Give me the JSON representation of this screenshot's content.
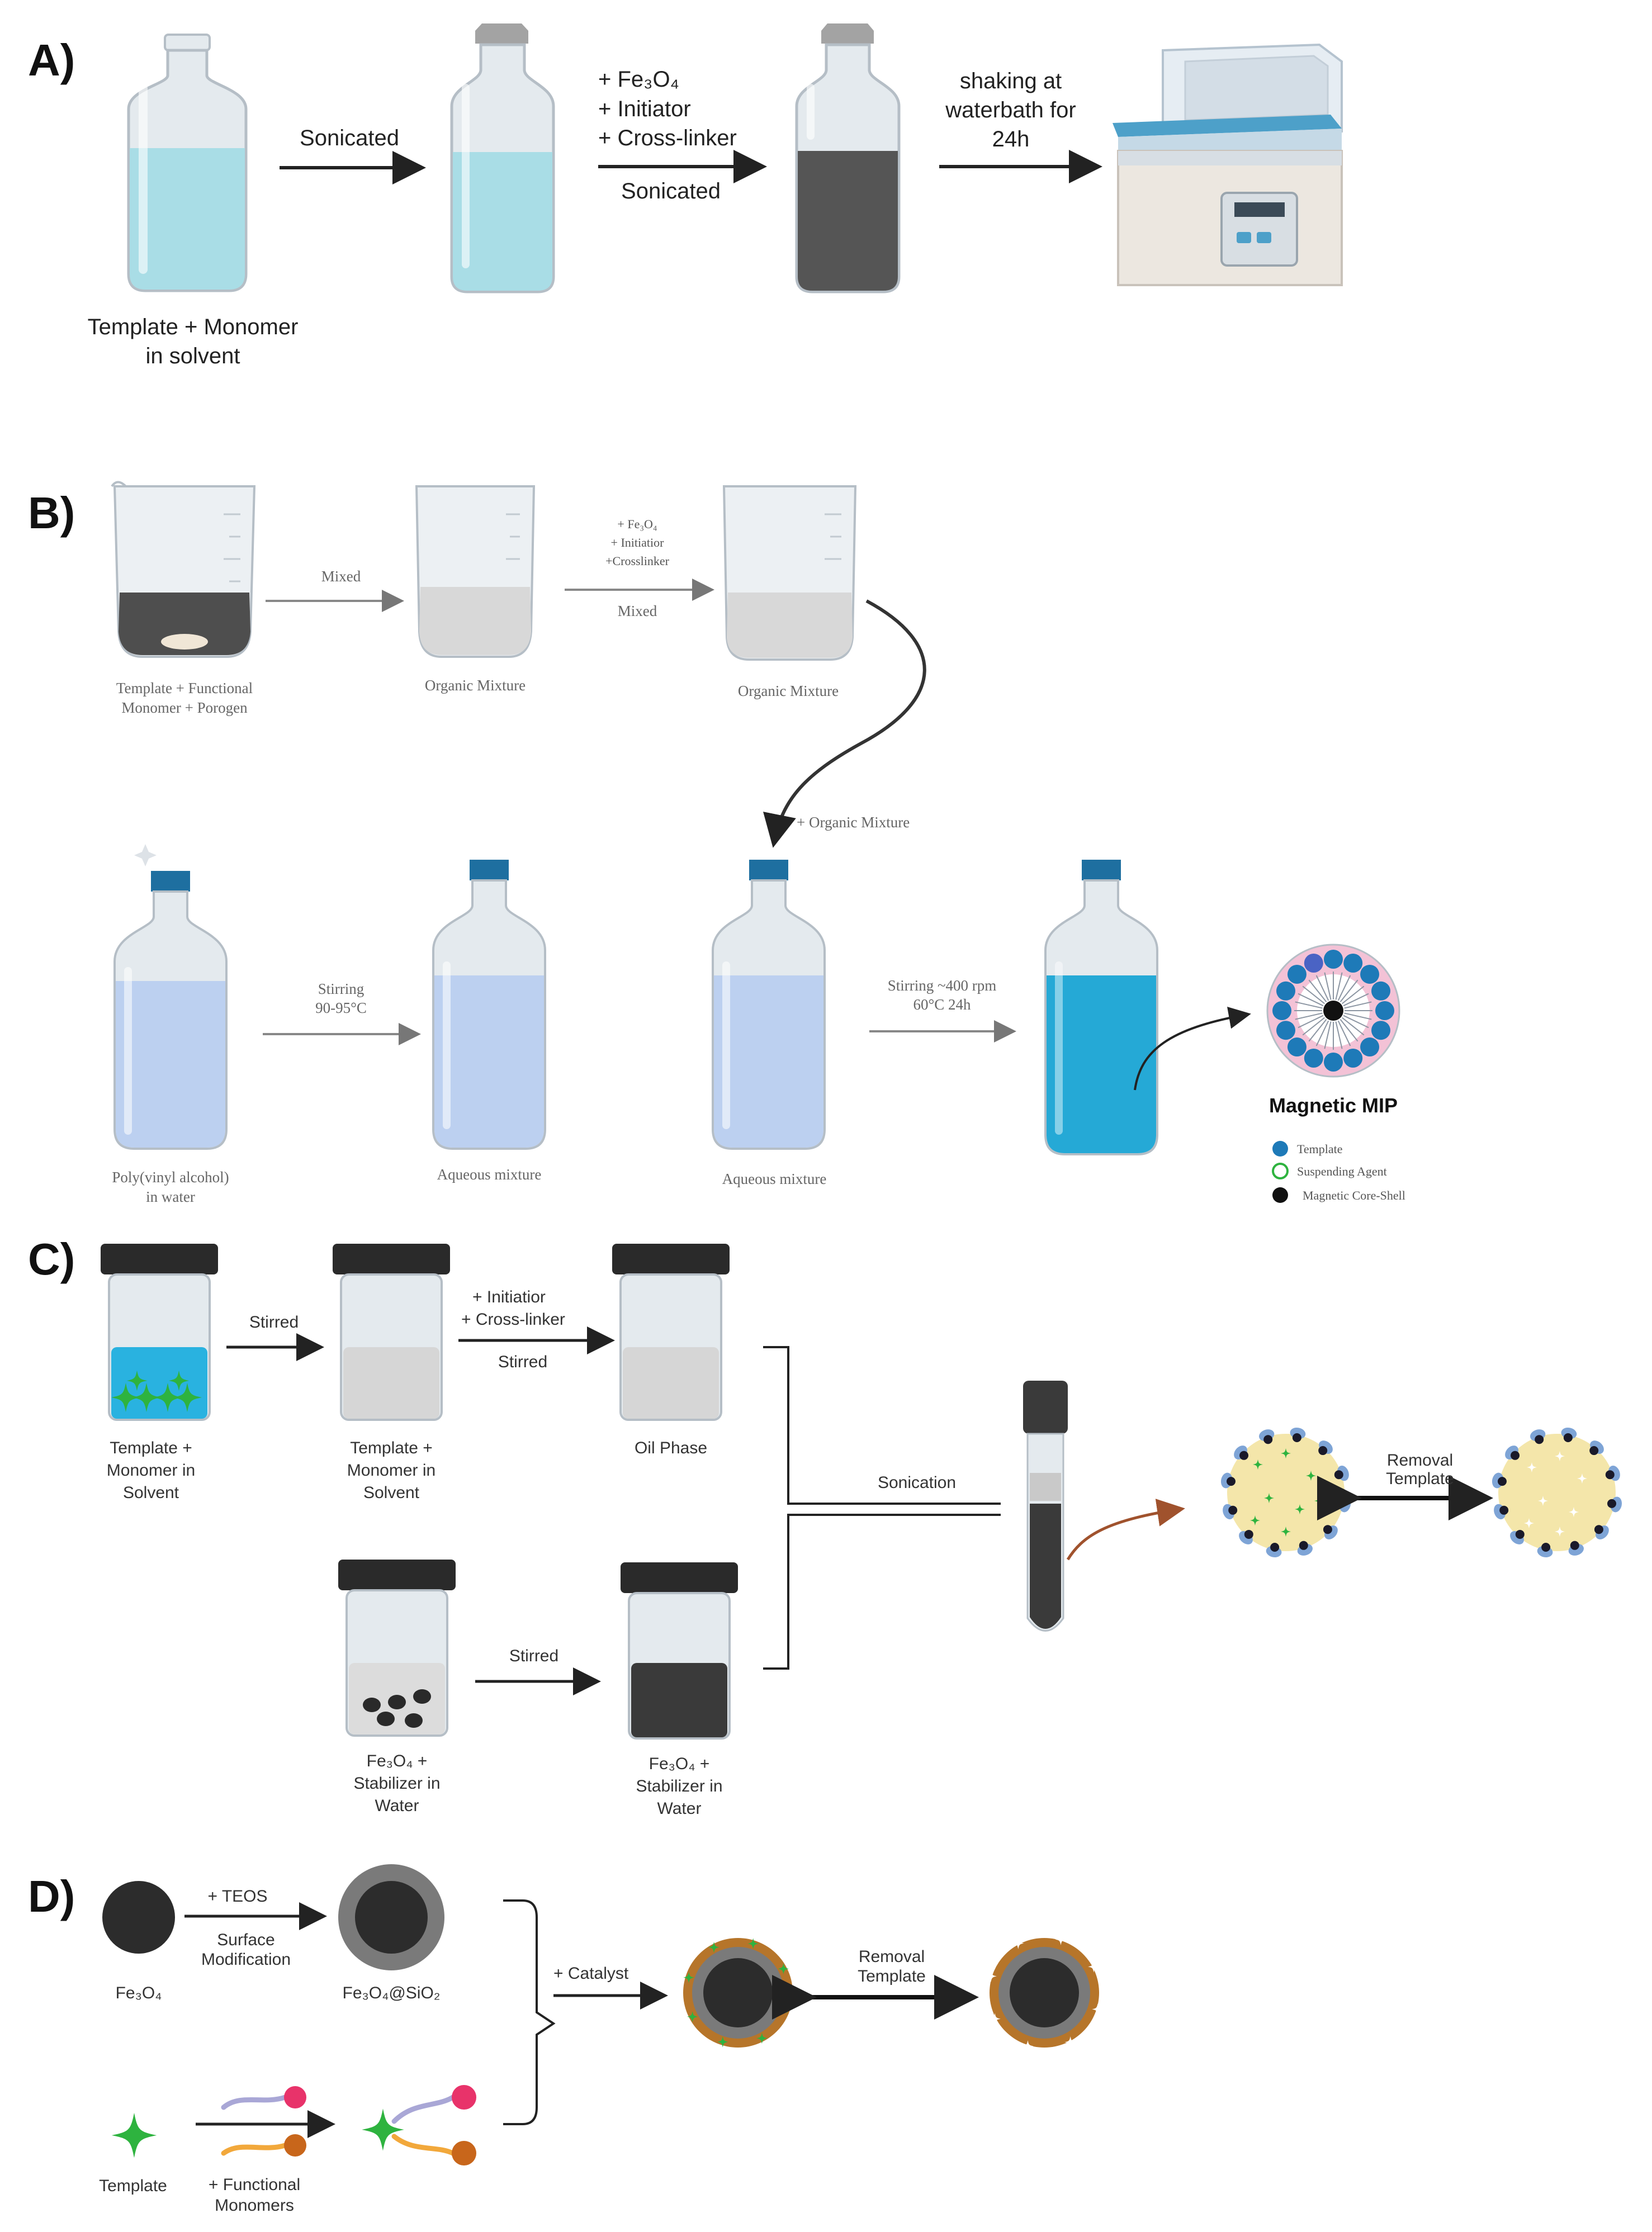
{
  "panels": {
    "a": {
      "label": "A)",
      "step1": "Sonicated",
      "additions": [
        "+ Fe₃O₄",
        "+ Initiator",
        "+ Cross-linker"
      ],
      "step2": "Sonicated",
      "step3_line1": "shaking at",
      "step3_line2": "waterbath for",
      "step3_line3": "24h",
      "caption_line1": "Template + Monomer",
      "caption_line2": "in solvent"
    },
    "b": {
      "label": "B)",
      "mixed1": "Mixed",
      "additions": [
        "+ Fe₃O₄",
        "+ Initiatior",
        "+Crosslinker"
      ],
      "mixed2": "Mixed",
      "caption1_line1": "Template + Functional",
      "caption1_line2": "Monomer + Porogen",
      "caption2": "Organic Mixture",
      "caption3": "Organic Mixture",
      "plus_organic": "+ Organic Mixture",
      "stirring1_line1": "Stirring",
      "stirring1_line2": "90-95°C",
      "stirring2_line1": "Stirring ~400 rpm",
      "stirring2_line2": "60°C 24h",
      "caption4_line1": "Poly(vinyl alcohol)",
      "caption4_line2": "in water",
      "caption5": "Aqueous mixture",
      "caption6": "Aqueous mixture",
      "product": "Magnetic MIP",
      "legend": [
        "Template",
        "Suspending Agent",
        "Magnetic Core-Shell"
      ]
    },
    "c": {
      "label": "C)",
      "stirred1": "Stirred",
      "additions": [
        "+ Initiatior",
        "+ Cross-linker"
      ],
      "stirred2": "Stirred",
      "stirred3": "Stirred",
      "caption1": [
        "Template +",
        "Monomer in",
        "Solvent"
      ],
      "caption2": [
        "Template +",
        "Monomer in",
        "Solvent"
      ],
      "caption3": "Oil Phase",
      "caption4": [
        "Fe₃O₄ +",
        "Stabilizer in",
        "Water"
      ],
      "caption5": [
        "Fe₃O₄ +",
        "Stabilizer in",
        "Water"
      ],
      "sonication": "Sonication",
      "removal": [
        "Removal",
        "Template"
      ]
    },
    "d": {
      "label": "D)",
      "teos": "+ TEOS",
      "surface": [
        "Surface",
        "Modification"
      ],
      "fe3o4": "Fe₃O₄",
      "fe3o4_sio2": "Fe₃O₄@SiO₂",
      "catalyst": "+ Catalyst",
      "removal": [
        "Removal",
        "Template"
      ],
      "template": "Template",
      "functional": [
        "+ Functional",
        "Monomers"
      ]
    }
  },
  "colors": {
    "glass": "#e4eaee",
    "glass_edge": "#b5bec6",
    "light_blue_liquid": "#a9dde6",
    "dark_liquid": "#555555",
    "pva_liquid": "#bcd0f0",
    "cyan_liquid": "#25a9d6",
    "cap_blue": "#1e6fa0",
    "cap_gray": "#a3a3a3",
    "cap_black": "#2a2a2a",
    "green_template": "#2eb33f",
    "brown_shell": "#b6752a",
    "silica_gray": "#7a7a7a",
    "pink_monomer": "#e8336a",
    "orange_monomer": "#c8661b",
    "yellow_polymer": "#f4e6aa"
  }
}
